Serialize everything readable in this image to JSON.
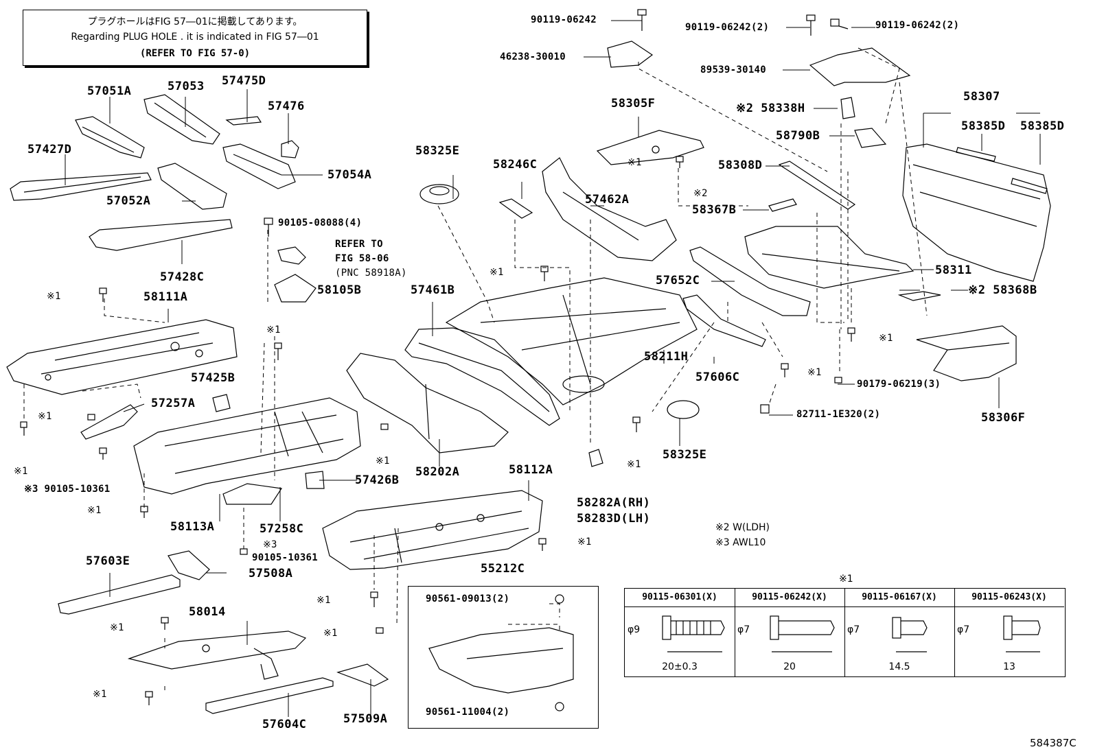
{
  "note": {
    "line1": "プラグホールはFIG 57―01に掲載してあります。",
    "line2": "Regarding  PLUG  HOLE . it is indicated in  FIG  57―01",
    "line3": "(REFER TO FIG 57-0)"
  },
  "labels": {
    "p57051A": "57051A",
    "p57053": "57053",
    "p57475D": "57475D",
    "p57476": "57476",
    "p57427D": "57427D",
    "p57054A": "57054A",
    "p57052A": "57052A",
    "p57428C": "57428C",
    "p58111A": "58111A",
    "p90105_08088": "90105-08088(4)",
    "refer_to": "REFER TO",
    "fig_58_06": "FIG 58-06",
    "pnc": "(PNC 58918A)",
    "p58105B": "58105B",
    "p57425B": "57425B",
    "p57257A": "57257A",
    "p90105_10361_a": "※3 90105-10361",
    "p58113A": "58113A",
    "p57258C": "57258C",
    "p90105_10361_b": "90105-10361",
    "p57426B": "57426B",
    "p57603E": "57603E",
    "p57508A": "57508A",
    "p58014": "58014",
    "p57604C": "57604C",
    "p57509A": "57509A",
    "p58325E_top": "58325E",
    "p58246C": "58246C",
    "p57461B": "57461B",
    "p58202A": "58202A",
    "p58112A": "58112A",
    "p55212C": "55212C",
    "p90561_09013": "90561-09013(2)",
    "p90561_11004": "90561-11004(2)",
    "p90119_06242_top": "90119-06242",
    "p46238_30010": "46238-30010",
    "p58305F": "58305F",
    "p57462A": "57462A",
    "p58211H": "58211H",
    "p57606C": "57606C",
    "p58325E_bot": "58325E",
    "p58282A": "58282A(RH)",
    "p58283D": "58283D(LH)",
    "p90119_06242_2a": "90119-06242(2)",
    "p90119_06242_2b": "90119-06242(2)",
    "p89539_30140": "89539-30140",
    "p58338H": "※2 58338H",
    "p58790B": "58790B",
    "p58308D": "58308D",
    "p58367B": "58367B",
    "p58367B_mark": "※2",
    "p57652C": "57652C",
    "p58311": "58311",
    "p58307": "58307",
    "p58385D_a": "58385D",
    "p58385D_b": "58385D",
    "p58368B": "※2 58368B",
    "p58306F": "58306F",
    "p90179_06219": "90179-06219(3)",
    "p82711_1E320": "82711-1E320(2)",
    "mark1": "※1",
    "drawing_no": "584387C"
  },
  "legend": {
    "w_ldh": "※2 W(LDH)",
    "awl10": "※3 AWL10",
    "table_mark": "※1"
  },
  "spec_table": [
    {
      "part": "90115-06301(X)",
      "diameter": "φ9",
      "length": "20±0.3"
    },
    {
      "part": "90115-06242(X)",
      "diameter": "φ7",
      "length": "20"
    },
    {
      "part": "90115-06167(X)",
      "diameter": "φ7",
      "length": "14.5"
    },
    {
      "part": "90115-06243(X)",
      "diameter": "φ7",
      "length": "13"
    }
  ]
}
